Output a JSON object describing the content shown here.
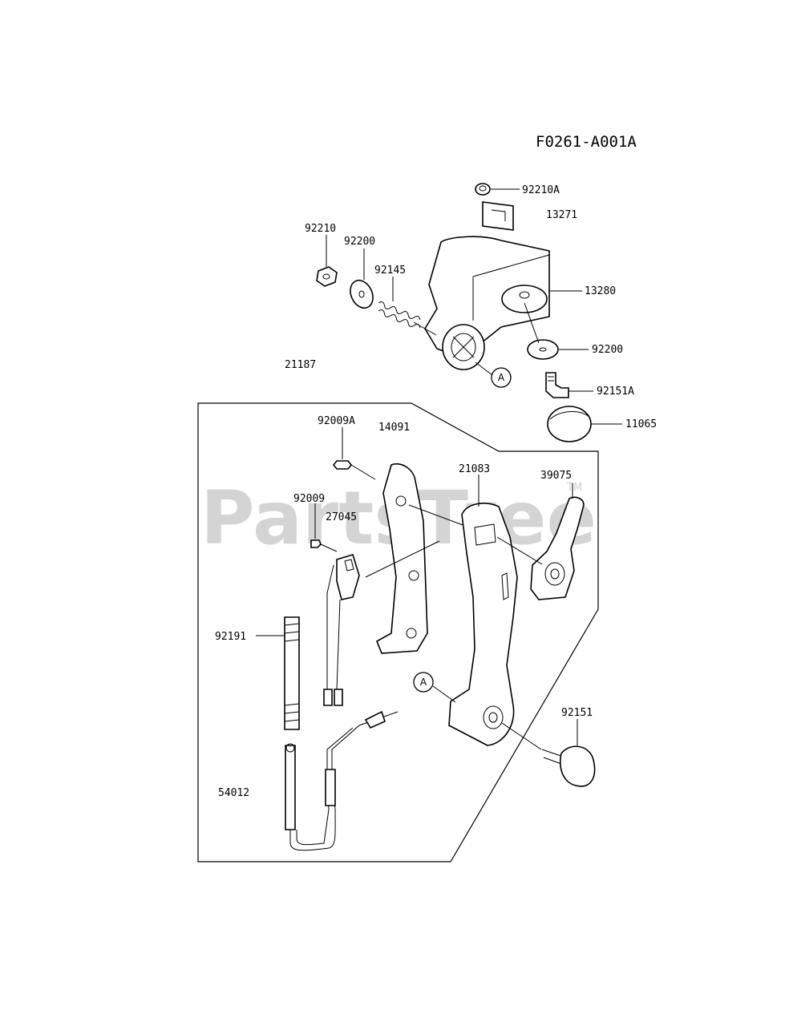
{
  "diagram_code": "F0261-A001A",
  "watermark": {
    "text": "PartsTree",
    "trademark": "TM"
  },
  "callout_letter": "A",
  "parts": {
    "p92210A": "92210A",
    "p13271": "13271",
    "p92210": "92210",
    "p92200_left": "92200",
    "p92145": "92145",
    "p13280": "13280",
    "p92200_right": "92200",
    "p21187": "21187",
    "p92151A": "92151A",
    "p11065": "11065",
    "p92009A": "92009A",
    "p14091": "14091",
    "p21083": "21083",
    "p39075": "39075",
    "p92009": "92009",
    "p27045": "27045",
    "p92191": "92191",
    "p92151": "92151",
    "p54012": "54012"
  }
}
